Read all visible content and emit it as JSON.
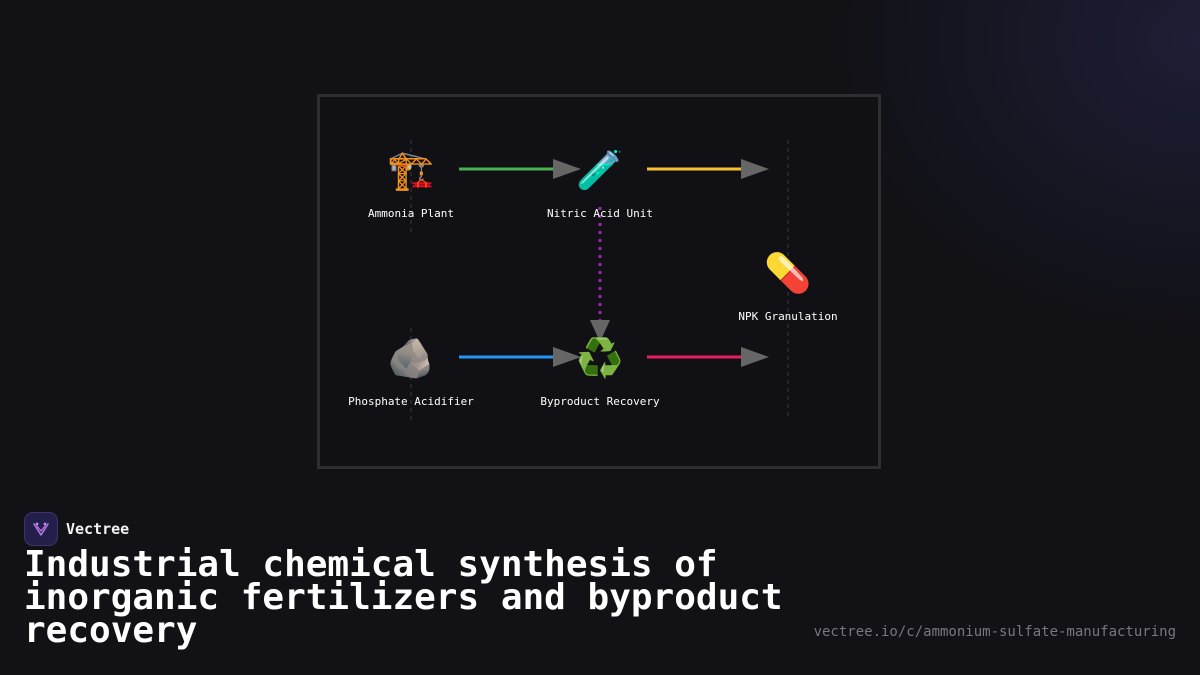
{
  "brand": {
    "name": "Vectree",
    "icon": "vectree-logo-icon"
  },
  "title": "Industrial chemical synthesis of inorganic fertilizers and byproduct recovery",
  "url": "vectree.io/c/ammonium-sulfate-manufacturing",
  "diagram": {
    "nodes": [
      {
        "id": "ammonia",
        "label": "Ammonia Plant",
        "icon": "🏗️",
        "icon_name": "construction-crane-icon"
      },
      {
        "id": "nitric",
        "label": "Nitric Acid Unit",
        "icon": "🧪",
        "icon_name": "test-tube-icon"
      },
      {
        "id": "npk",
        "label": "NPK Granulation",
        "icon": "💊",
        "icon_name": "pill-icon"
      },
      {
        "id": "phosphate",
        "label": "Phosphate Acidifier",
        "icon": "🪨",
        "icon_name": "rock-icon"
      },
      {
        "id": "byproduct",
        "label": "Byproduct Recovery",
        "icon": "♻️",
        "icon_name": "recycle-icon"
      }
    ],
    "edges": [
      {
        "from": "ammonia",
        "to": "nitric",
        "color": "#4caf50",
        "style": "solid"
      },
      {
        "from": "nitric",
        "to": "npk",
        "color": "#fbc02d",
        "style": "solid"
      },
      {
        "from": "nitric",
        "to": "byproduct",
        "color": "#9c27b0",
        "style": "dotted"
      },
      {
        "from": "phosphate",
        "to": "byproduct",
        "color": "#2196f3",
        "style": "solid"
      },
      {
        "from": "byproduct",
        "to": "npk",
        "color": "#e91e63",
        "style": "solid"
      }
    ],
    "colors": {
      "arrowhead": "#666666",
      "frame": "#2e2e32",
      "background": "#111116"
    }
  }
}
